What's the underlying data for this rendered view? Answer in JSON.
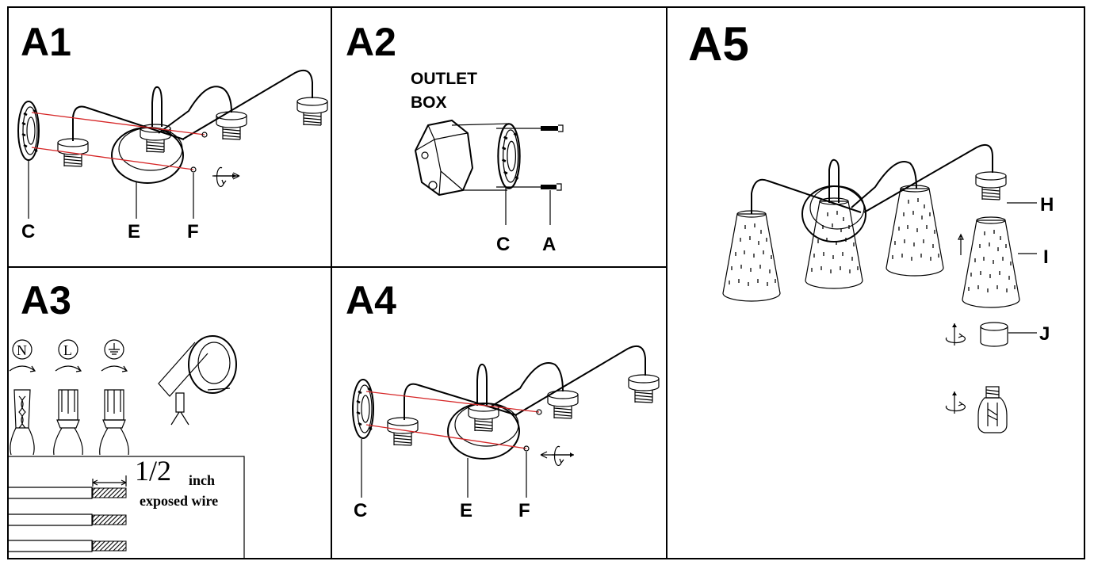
{
  "panels": {
    "a1": {
      "title": "A1",
      "labels": [
        "C",
        "E",
        "F"
      ]
    },
    "a2": {
      "title": "A2",
      "outlet_line1": "OUTLET",
      "outlet_line2": "BOX",
      "labels": [
        "C",
        "A"
      ]
    },
    "a3": {
      "title": "A3",
      "symbols": [
        "N",
        "L"
      ],
      "fraction": "1/2",
      "unit": "inch",
      "caption": "exposed wire"
    },
    "a4": {
      "title": "A4",
      "labels": [
        "C",
        "E",
        "F"
      ]
    },
    "a5": {
      "title": "A5",
      "labels": [
        "H",
        "I",
        "J"
      ]
    }
  },
  "colors": {
    "line": "#000000",
    "red_guide": "#d62728",
    "background": "#ffffff"
  }
}
